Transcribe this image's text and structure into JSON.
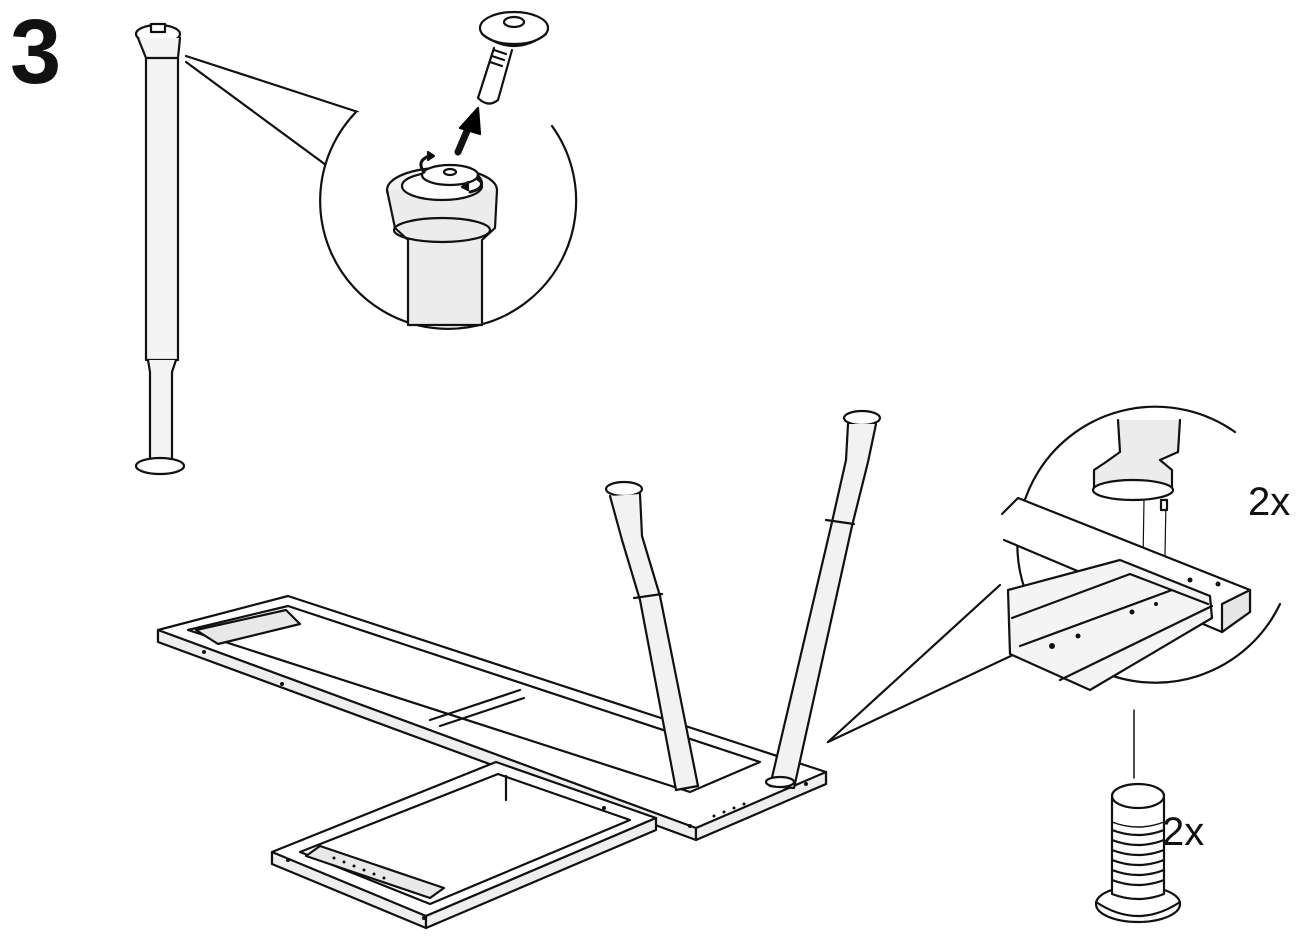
{
  "step": "3",
  "detail_pin_quantity": "2x",
  "screw_quantity": "2x",
  "colors": {
    "line": "#111111",
    "fill": "#ffffff",
    "shade": "#e6e6e6",
    "arrow": "#000000"
  },
  "icons": [
    "table-leg-icon",
    "leveling-foot-icon",
    "rotate-arrow-icon",
    "up-arrow-icon",
    "screw-icon",
    "frame-icon",
    "corner-pin-icon"
  ]
}
